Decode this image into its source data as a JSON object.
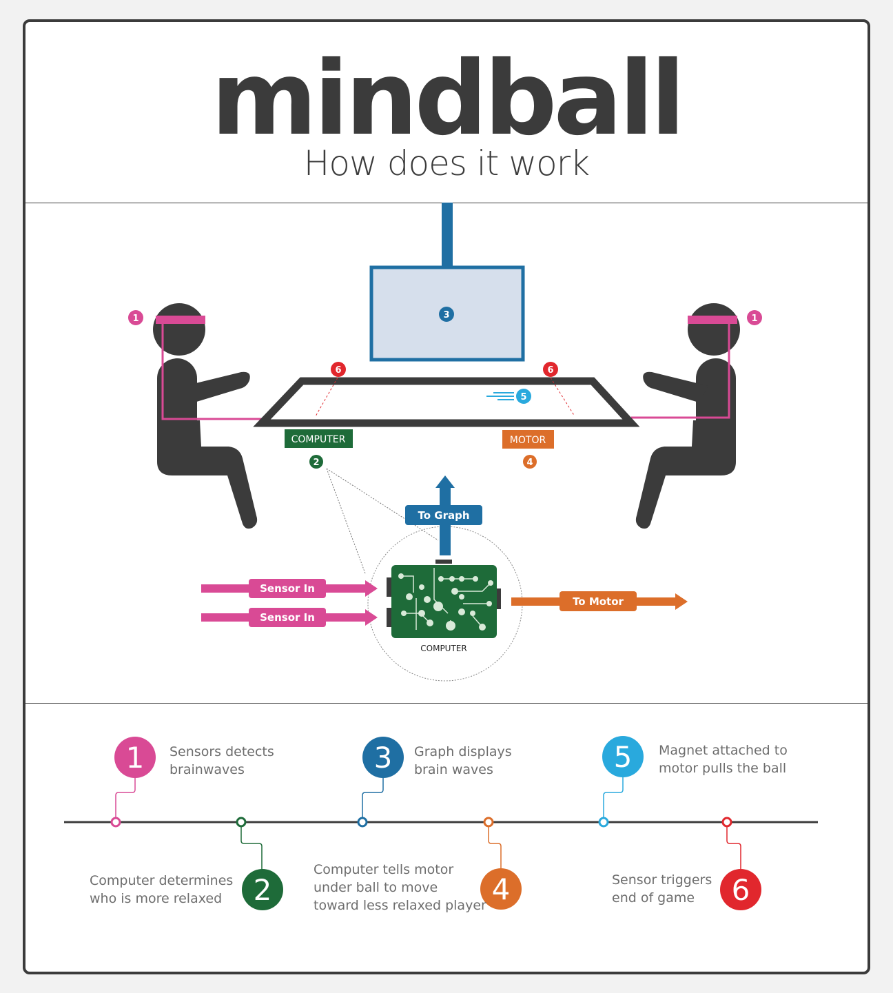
{
  "title": "mindball",
  "subtitle": "How does it work",
  "colors": {
    "dark": "#3b3b3b",
    "pink": "#d94a95",
    "blue": "#1f6fa3",
    "green": "#1e6b39",
    "orange": "#dc6e2a",
    "cyan": "#29a9dd",
    "red": "#e1272d",
    "screen": "#d6dfec"
  },
  "diagram": {
    "marker_1": "1",
    "marker_2": "2",
    "marker_3": "3",
    "marker_4": "4",
    "marker_5": "5",
    "marker_6": "6",
    "computer_label": "COMPUTER",
    "motor_label": "MOTOR",
    "to_graph": "To Graph",
    "sensor_in_1": "Sensor In",
    "sensor_in_2": "Sensor In",
    "to_motor": "To Motor",
    "computer_caption": "COMPUTER"
  },
  "legend": {
    "steps": [
      {
        "number": "1",
        "text_line1": "Sensors detects",
        "text_line2": "brainwaves",
        "color": "#d94a95"
      },
      {
        "number": "2",
        "text_line1": "Computer determines",
        "text_line2": "who is more relaxed",
        "color": "#1e6b39"
      },
      {
        "number": "3",
        "text_line1": "Graph displays",
        "text_line2": "brain waves",
        "color": "#1f6fa3"
      },
      {
        "number": "4",
        "text_line1": "Computer tells motor",
        "text_line2": "under ball to move",
        "text_line3": "toward less relaxed player",
        "color": "#dc6e2a"
      },
      {
        "number": "5",
        "text_line1": "Magnet attached to",
        "text_line2": "motor pulls the ball",
        "color": "#29a9dd"
      },
      {
        "number": "6",
        "text_line1": "Sensor triggers",
        "text_line2": "end of game",
        "color": "#e1272d"
      }
    ]
  }
}
